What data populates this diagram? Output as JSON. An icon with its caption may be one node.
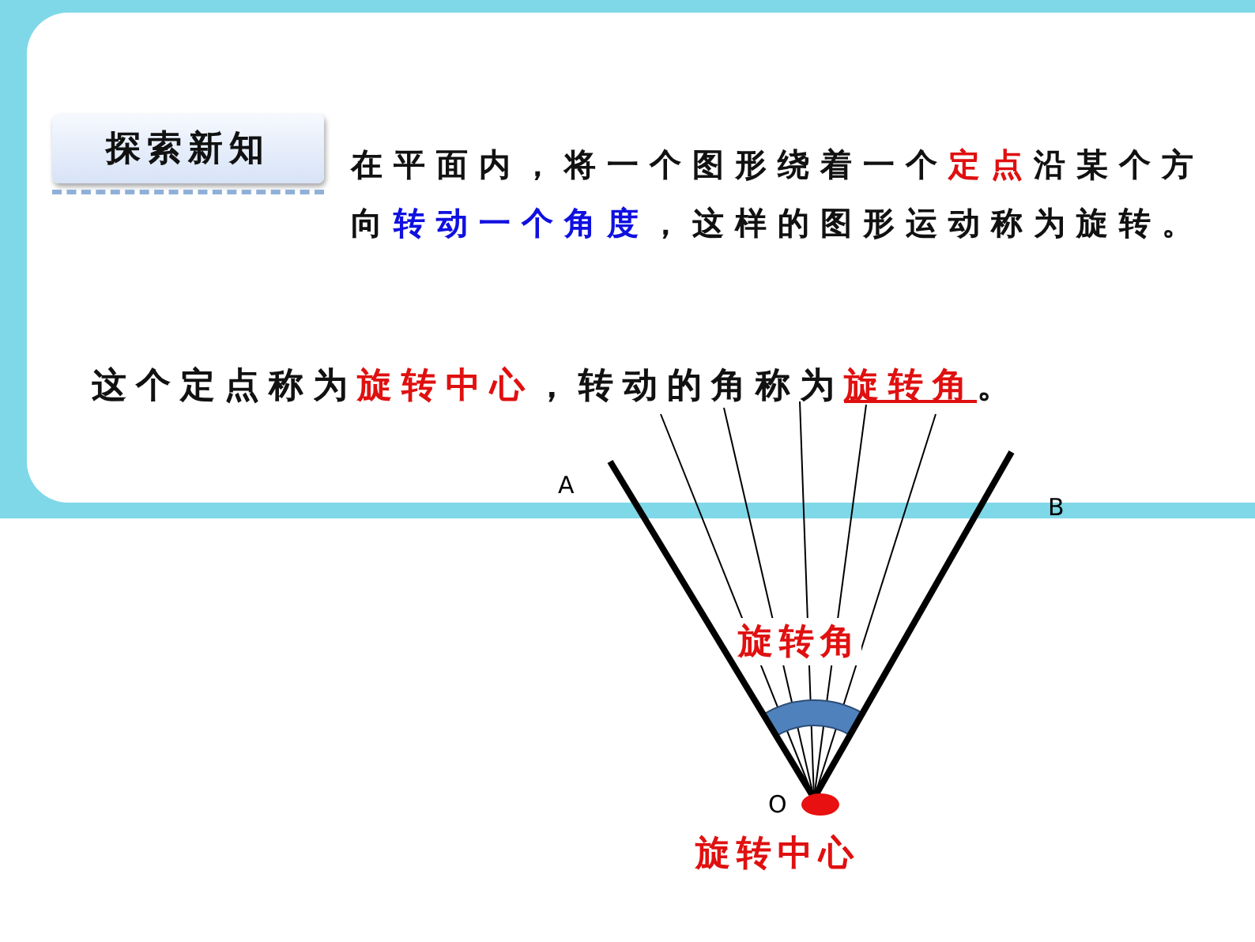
{
  "diagram": {
    "nodes": [
      {
        "text": [
          "探索新知"
        ]
      }
    ],
    "labels": [
      "在平面内，将一个图形绕着一个**定点**沿某个方向**转动一个角度**，这样的图形运动称为旋转。",
      "这个定点称为**旋转中心**，转动的角称为**旋转角**。",
      "A",
      "B",
      "O",
      "旋转角",
      "旋转中心"
    ]
  }
}
